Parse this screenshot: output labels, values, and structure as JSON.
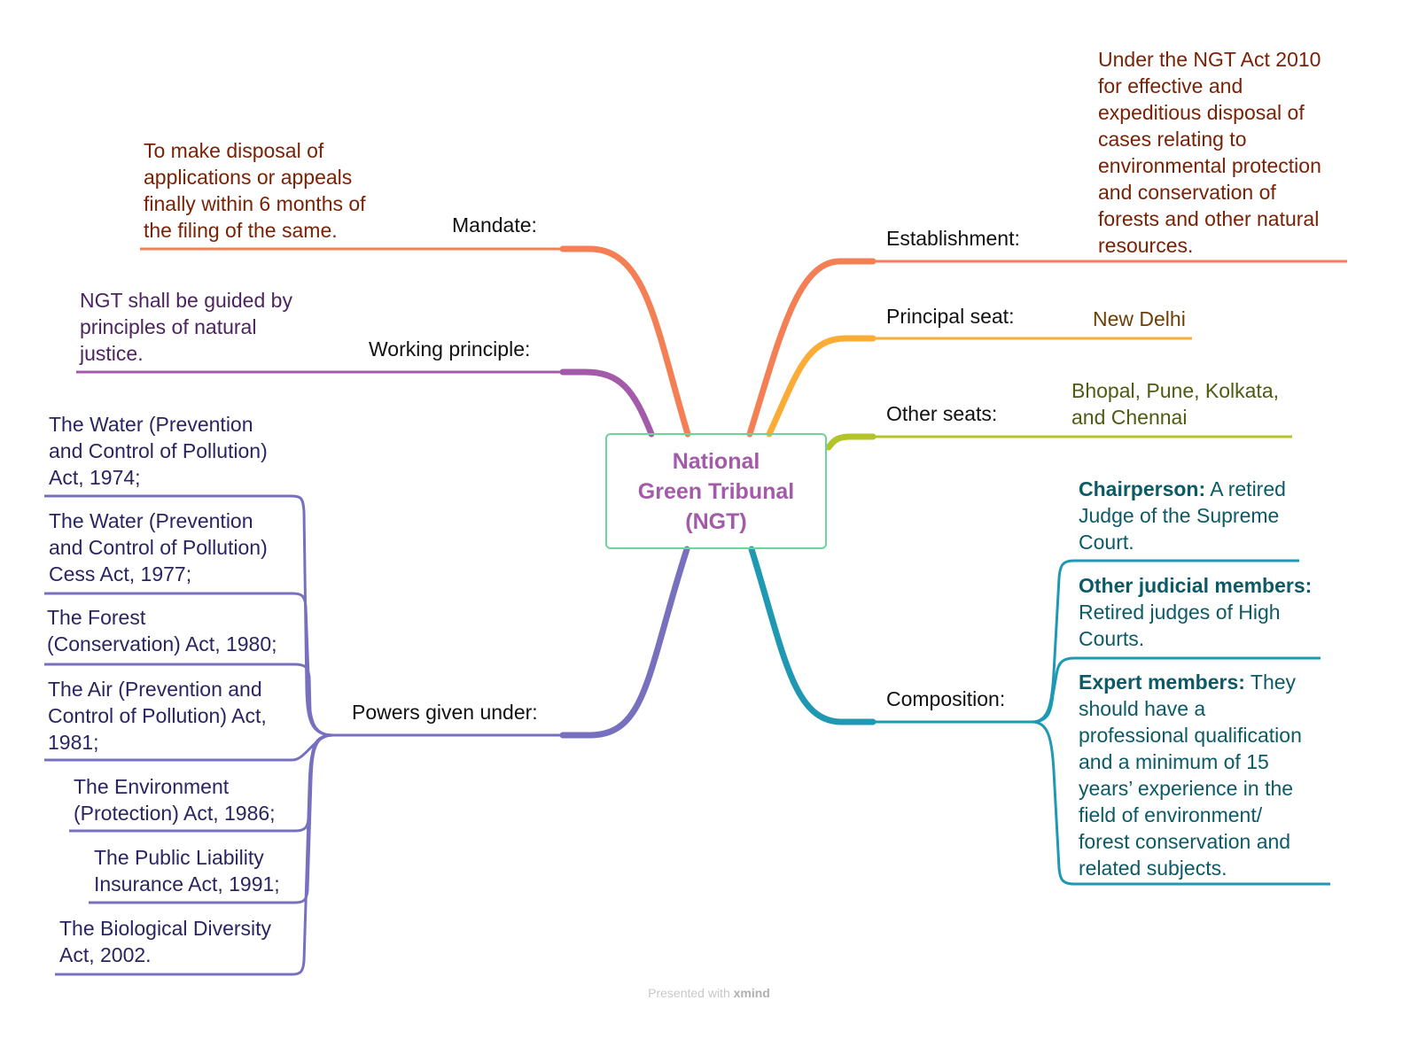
{
  "center": {
    "title": "National\nGreen Tribunal\n(NGT)"
  },
  "left": {
    "mandate": {
      "label": "Mandate:",
      "detail": "To make disposal of\napplications or appeals\nfinally within 6 months of\nthe filing of the same."
    },
    "working_principle": {
      "label": "Working principle:",
      "detail": "NGT shall be guided by\nprinciples of natural\njustice."
    },
    "powers": {
      "label": "Powers given under:",
      "acts": [
        "The Water (Prevention\nand Control of Pollution)\nAct, 1974;",
        "The Water (Prevention\nand Control of Pollution)\nCess Act, 1977;",
        "The Forest\n(Conservation) Act, 1980;",
        "The Air (Prevention and\nControl of Pollution) Act,\n1981;",
        "The Environment\n(Protection) Act, 1986;",
        "The Public Liability\nInsurance Act, 1991;",
        "The Biological Diversity\nAct, 2002."
      ]
    }
  },
  "right": {
    "establishment": {
      "label": "Establishment:",
      "detail": "Under the NGT Act 2010\nfor effective and\nexpeditious disposal of\ncases relating to\nenvironmental protection\nand conservation of\nforests and other natural\nresources."
    },
    "principal_seat": {
      "label": "Principal seat:",
      "detail": "New Delhi"
    },
    "other_seats": {
      "label": "Other seats:",
      "detail": "Bhopal, Pune, Kolkata,\nand Chennai"
    },
    "composition": {
      "label": "Composition:",
      "members": [
        {
          "title": "Chairperson:",
          "text": " A retired\nJudge of the Supreme\nCourt."
        },
        {
          "title": "Other judicial members:",
          "text": "\nRetired judges of High\nCourts."
        },
        {
          "title": "Expert members:",
          "text": " They\nshould have a\nprofessional qualification\nand a minimum of 15\nyears’ experience in the\nfield of environment/\nforest conservation and\nrelated subjects."
        }
      ]
    }
  },
  "footer": {
    "prefix": "Presented with ",
    "brand": "xmind"
  },
  "colors": {
    "mandate": "#f57f55",
    "establishment": "#f57f55",
    "working_principle": "#a35aa8",
    "principal_seat": "#fbac36",
    "other_seats": "#b3c42b",
    "powers": "#7670bf",
    "composition": "#1f99b3",
    "center_border": "#6cd49a"
  }
}
